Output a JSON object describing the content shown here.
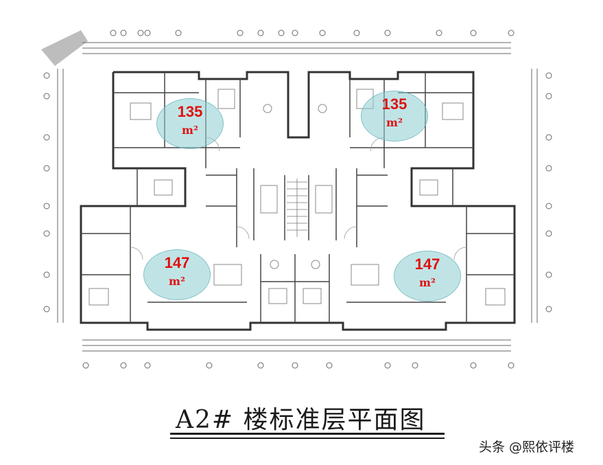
{
  "badges": [
    {
      "area": "135",
      "unit": "m²"
    },
    {
      "area": "135",
      "unit": "m²"
    },
    {
      "area": "147",
      "unit": "m²"
    },
    {
      "area": "147",
      "unit": "m²"
    }
  ],
  "caption": "A2# 楼标准层平面图",
  "watermark": "头条 @熙依评楼",
  "colors": {
    "badge_text": "#e01010",
    "badge_fill": "#8ccdd2",
    "lines": "#555555"
  }
}
